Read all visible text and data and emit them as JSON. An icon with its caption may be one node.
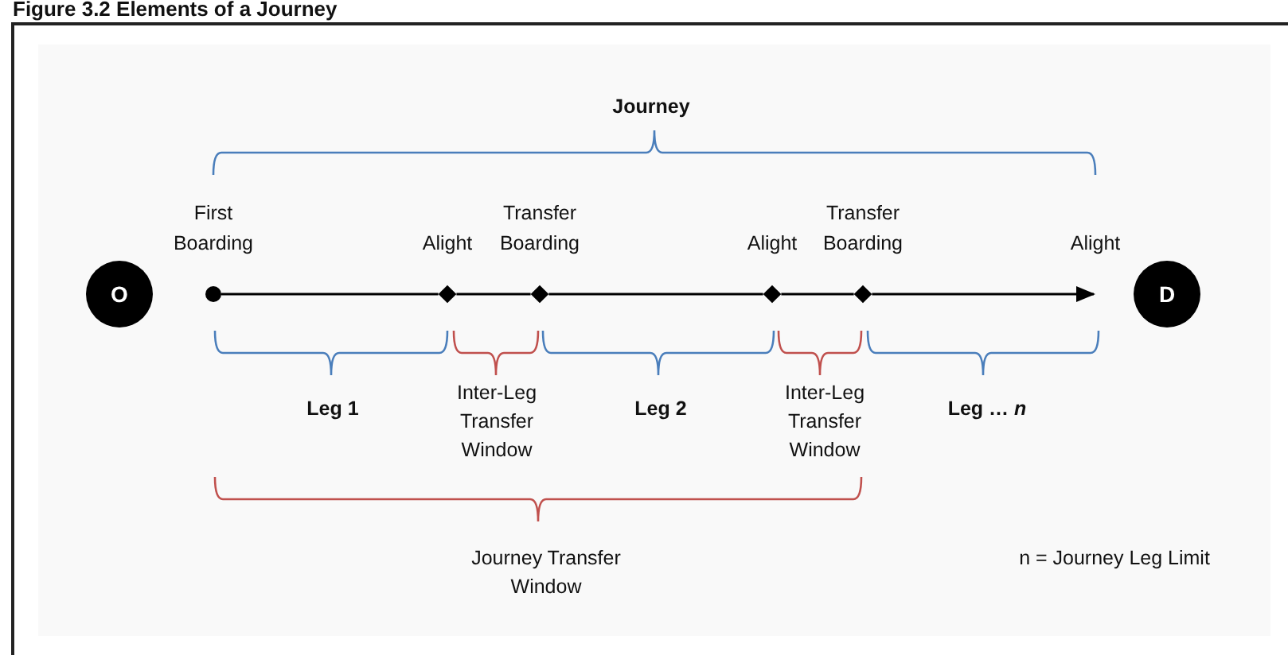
{
  "diagram": {
    "title": "Figure 3.2 Elements of a Journey",
    "nodes": [
      {
        "text": [
          "O"
        ]
      },
      {
        "text": [],
        "shape": "circle",
        "beside": [
          "First Boarding"
        ]
      },
      {
        "text": [],
        "shape": "diamond",
        "beside": [
          "Alight"
        ]
      },
      {
        "text": [],
        "shape": "diamond",
        "beside": [
          "Transfer Boarding"
        ]
      },
      {
        "text": [],
        "shape": "diamond",
        "beside": [
          "Alight"
        ]
      },
      {
        "text": [],
        "shape": "diamond",
        "beside": [
          "Transfer Boarding"
        ]
      },
      {
        "text": [
          "Alight"
        ]
      },
      {
        "text": [
          "D"
        ]
      }
    ],
    "edges": [
      {
        "from": 1,
        "to": 2,
        "arrow": "none"
      },
      {
        "from": 2,
        "to": 3,
        "arrow": "none"
      },
      {
        "from": 3,
        "to": 4,
        "arrow": "none"
      },
      {
        "from": 4,
        "to": 5,
        "arrow": "none"
      },
      {
        "from": 5,
        "to": 6,
        "arrow": "to"
      }
    ],
    "labels": [
      "Journey",
      "Leg 1",
      "Inter-Leg Transfer Window",
      "Leg 2",
      "Inter-Leg Transfer Window",
      "Leg … *n*",
      "Journey Transfer Window",
      "n = Journey Leg Limit"
    ]
  }
}
